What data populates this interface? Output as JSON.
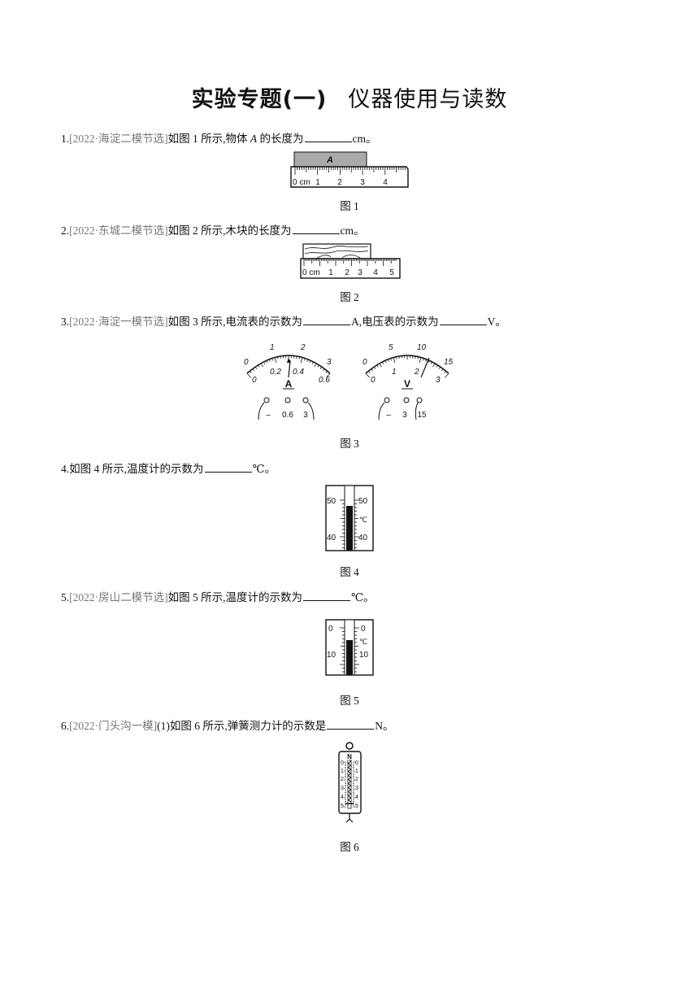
{
  "title": {
    "main": "实验专题(一)",
    "sub": "仪器使用与读数"
  },
  "questions": [
    {
      "num": "1.",
      "source": "[2022·海淀二模节选]",
      "pre": "如图 1 所示,物体 ",
      "var": "A",
      "post": " 的长度为",
      "unit": "cm。"
    },
    {
      "num": "2.",
      "source": "[2022·东城二模节选]",
      "pre": "如图 2 所示,木块的长度为",
      "unit": "cm。"
    },
    {
      "num": "3.",
      "source": "[2022·海淀一模节选]",
      "pre": "如图 3 所示,电流表的示数为",
      "mid": "A,电压表的示数为",
      "unit": "V。"
    },
    {
      "num": "4.",
      "pre": "如图 4 所示,温度计的示数为",
      "unit": "℃。"
    },
    {
      "num": "5.",
      "source": "[2022·房山二模节选]",
      "pre": "如图 5 所示,温度计的示数为",
      "unit": "℃。"
    },
    {
      "num": "6.",
      "source": "[2022·门头沟一模]",
      "pre": "(1)如图 6 所示,弹簧测力计的示数是",
      "unit": "N。"
    }
  ],
  "figures": {
    "fig1": {
      "caption": "图 1",
      "block_label": "A",
      "scale_labels": [
        "0 cm",
        "1",
        "2",
        "3",
        "4"
      ]
    },
    "fig2": {
      "caption": "图 2",
      "scale_labels": [
        "0 cm",
        "1",
        "2",
        "3",
        "4",
        "5"
      ]
    },
    "fig3": {
      "caption": "图 3",
      "ammeter": {
        "symbol": "A",
        "outer_labels": [
          "0",
          "1",
          "2",
          "3"
        ],
        "inner_labels": [
          "0",
          "0.2",
          "0.4",
          "0.6"
        ],
        "terminals": [
          "–",
          "0.6",
          "3"
        ]
      },
      "voltmeter": {
        "symbol": "V",
        "outer_labels": [
          "0",
          "5",
          "10",
          "15"
        ],
        "inner_labels": [
          "0",
          "1",
          "2",
          "3"
        ],
        "terminals": [
          "–",
          "3",
          "15"
        ]
      }
    },
    "fig4": {
      "caption": "图 4",
      "labels": [
        "50",
        "40",
        "50",
        "℃",
        "40"
      ]
    },
    "fig5": {
      "caption": "图 5",
      "labels": [
        "0",
        "10",
        "0",
        "℃",
        "10"
      ]
    },
    "fig6": {
      "caption": "图 6",
      "unit": "N",
      "left_labels": [
        "0",
        "1",
        "2",
        "3",
        "4",
        "5"
      ],
      "right_labels": [
        "0",
        "1",
        "2",
        "3",
        "4",
        "5"
      ]
    }
  }
}
